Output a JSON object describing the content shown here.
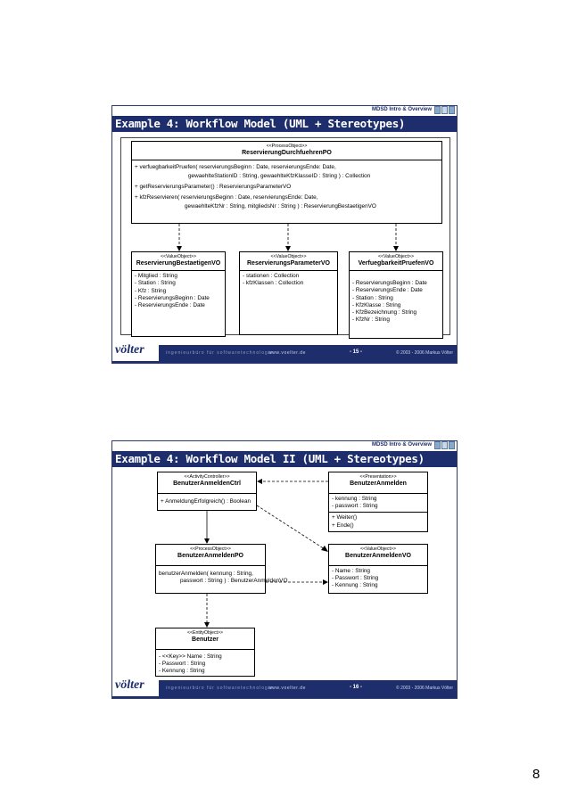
{
  "header_label": "MDSD Intro & Overview",
  "footer": {
    "brand": "völter",
    "tagline": "ingenieurbüro für softwaretechnologie",
    "website": "www.voelter.de",
    "copyright": "© 2003 - 2006 Markus Völter"
  },
  "slide1": {
    "title": "Example 4: Workflow Model (UML + Stereotypes)",
    "page": "- 15 -",
    "top_box": {
      "stereotype": "<<ProcessObject>>",
      "name": "ReservierungDurchfuehrenPO",
      "ops": [
        "+ verfuegbarkeitPruefen( reservierungsBeginn : Date, reservierungsEnde: Date,",
        "gewaehlteStationID : String, gewaehlteKfzKlasseID : String ) : Collection",
        "+ getReservierungsParameter() : ReservierungsParameterVO",
        "+ kfzReservieren( reservierungsBeginn : Date, reservierungsEnde: Date,",
        "gewaehlteKfzNr : String, mitgliedsNr : String ) : ReservierungBestaetigenVO"
      ]
    },
    "left_box": {
      "stereotype": "<<ValueObject>>",
      "name": "ReservierungBestaetigenVO",
      "attrs": [
        "- Mitglied : String",
        "- Station : String",
        "- Kfz : String",
        "- ReservierungsBeginn : Date",
        "- ReservierungsEnde : Date"
      ]
    },
    "mid_box": {
      "stereotype": "<<ValueObject>>",
      "name": "ReservierungsParameterVO",
      "attrs": [
        "- stationen : Collection",
        "- kfzKlassen : Collection"
      ]
    },
    "right_box": {
      "stereotype": "<<ValueObject>>",
      "name": "VerfuegbarkeitPruefenVO",
      "attrs": [
        "- ReservierungsBeginn : Date",
        "- ReservierungsEnde : Date",
        "- Station : String",
        "- KfzKlasse : String",
        "- KfzBezeichnung : String",
        "- KfzNr : String"
      ]
    }
  },
  "slide2": {
    "title": "Example 4: Workflow Model II (UML + Stereotypes)",
    "page": "- 16 -",
    "ctrl_box": {
      "stereotype": "<<ActivityController>>",
      "name": "BenutzerAnmeldenCtrl",
      "ops": [
        "+ AnmeldungErfolgreich() : Boolean"
      ]
    },
    "pres_box": {
      "stereotype": "<<Presentation>>",
      "name": "BenutzerAnmelden",
      "attrs": [
        "- kennung : String",
        "- passwort : String"
      ],
      "ops": [
        "+ Weiter()",
        "+ Ende()"
      ]
    },
    "po_box": {
      "stereotype": "<<ProcessObject>>",
      "name": "BenutzerAnmeldenPO",
      "ops": [
        "benutzerAnmelden( kennung : String,",
        "passwort : String ) : BenutzerAnmeldenVO"
      ]
    },
    "vo_box": {
      "stereotype": "<<ValueObject>>",
      "name": "BenutzerAnmeldenVO",
      "attrs": [
        "- Name : String",
        "- Passwort : String",
        "- Kennung : String"
      ]
    },
    "entity_box": {
      "stereotype": "<<EntityObject>>",
      "name": "Benutzer",
      "attrs": [
        "- <<Key>> Name : String",
        "- Passwort : String",
        "- Kennung : String"
      ]
    }
  },
  "page_number": "8"
}
